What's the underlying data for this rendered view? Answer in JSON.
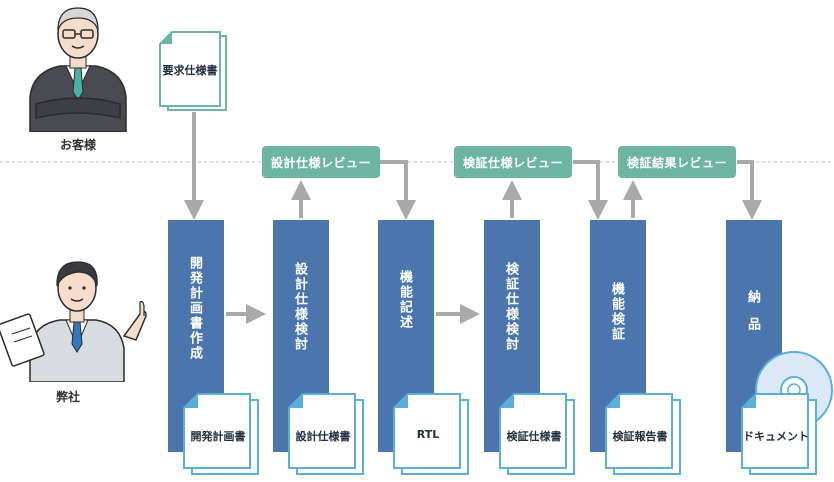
{
  "colors": {
    "phase_box": "#4a76ad",
    "review_box": "#6db5a0",
    "arrow": "#a9a9a9",
    "doc_border": "#5aaedc",
    "green_doc_border": "#6db5a0"
  },
  "actors": {
    "customer_label": "お客様",
    "company_label": "弊社"
  },
  "requirement_doc": {
    "label": "要求仕様書"
  },
  "reviews": [
    {
      "label": "設計仕様レビュー"
    },
    {
      "label": "検証仕様レビュー"
    },
    {
      "label": "検証結果レビュー"
    }
  ],
  "phases": [
    {
      "label": "開発計画書作成",
      "doc": "開発計画書"
    },
    {
      "label": "設計仕様検討",
      "doc": "設計仕様書"
    },
    {
      "label": "機能記述",
      "doc": "RTL"
    },
    {
      "label": "検証仕様検討",
      "doc": "検証仕様書"
    },
    {
      "label": "機能検証",
      "doc": "検証報告書"
    },
    {
      "label": "納品",
      "doc": "ドキュメント"
    }
  ],
  "icons": {
    "customer": "businessman-with-crossed-arms-icon",
    "company": "staff-with-clipboard-icon",
    "disc": "disc-icon",
    "document": "document-stack-icon"
  }
}
